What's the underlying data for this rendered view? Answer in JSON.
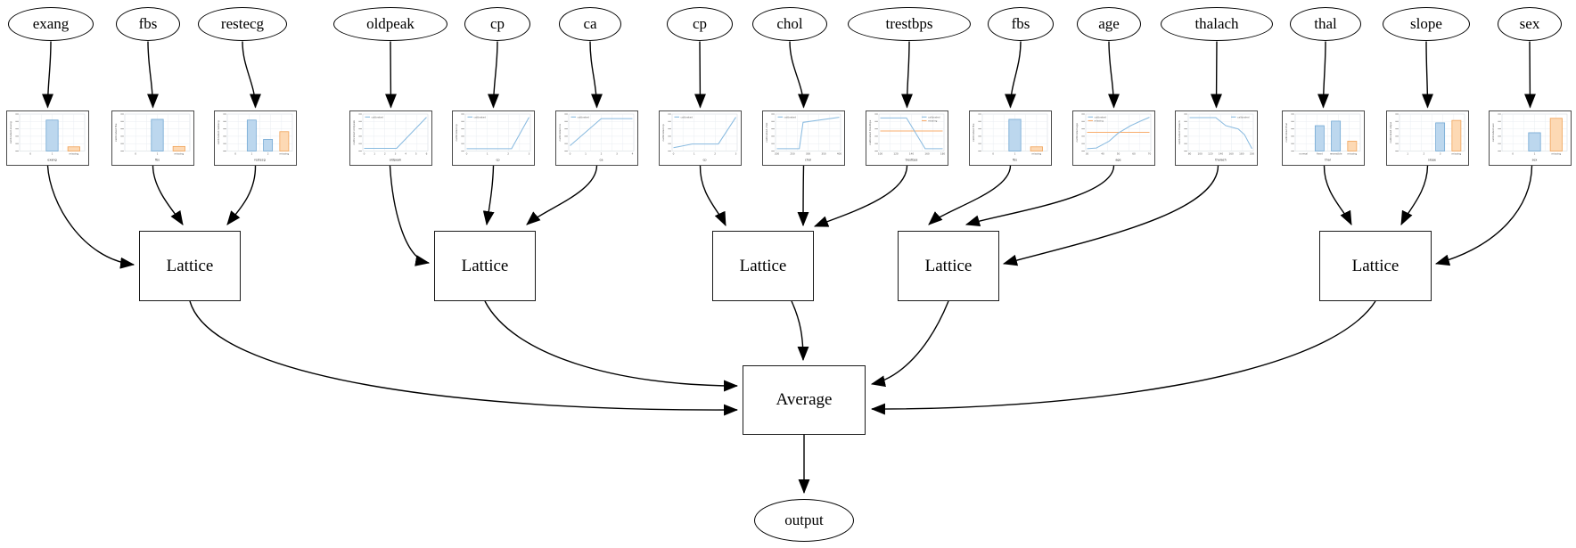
{
  "diagram": {
    "lattice_label": "Lattice",
    "average_label": "Average",
    "output_label": "output"
  },
  "colors": {
    "bar_blue_fill": "#bcd7ee",
    "bar_blue_stroke": "#72a8d3",
    "bar_orange_fill": "#fdd9b4",
    "bar_orange_stroke": "#f0a359",
    "line_blue": "#8abbe0",
    "line_orange": "#f8ad6d",
    "edge": "#000000",
    "grid": "#e9edf2"
  },
  "legend_labels": {
    "calibrated": "calibrated",
    "missing": "missing"
  },
  "features": [
    {
      "name": "exang",
      "chart": {
        "type": "bar",
        "x_ticks": [
          "0",
          "1",
          "missing"
        ],
        "xlabel": "exang",
        "ylabel": "calibrated exang",
        "legend": [],
        "bars": [
          {
            "category": "1",
            "height": 0.88,
            "color": "blue"
          },
          {
            "category": "missing",
            "height": 0.12,
            "color": "orange"
          }
        ]
      }
    },
    {
      "name": "fbs",
      "chart": {
        "type": "bar",
        "x_ticks": [
          "0",
          "1",
          "missing"
        ],
        "xlabel": "fbs",
        "ylabel": "calibrated fbs",
        "legend": [],
        "bars": [
          {
            "category": "1",
            "height": 0.9,
            "color": "blue"
          },
          {
            "category": "missing",
            "height": 0.13,
            "color": "orange"
          }
        ]
      }
    },
    {
      "name": "restecg",
      "chart": {
        "type": "bar",
        "x_ticks": [
          "0",
          "1",
          "2",
          "missing"
        ],
        "xlabel": "restecg",
        "ylabel": "calibrated restecg",
        "legend": [],
        "bars": [
          {
            "category": "1",
            "height": 0.88,
            "color": "blue"
          },
          {
            "category": "2",
            "height": 0.33,
            "color": "blue"
          },
          {
            "category": "missing",
            "height": 0.55,
            "color": "orange"
          }
        ]
      }
    },
    {
      "name": "oldpeak",
      "chart": {
        "type": "line",
        "x_ticks": [
          "0",
          "1",
          "2",
          "3",
          "4",
          "5",
          "6"
        ],
        "xlabel": "oldpeak",
        "ylabel": "calibrated oldpeak",
        "legend": [
          "calibrated"
        ],
        "legend_pos": "nw",
        "points_norm": [
          [
            0,
            0.04
          ],
          [
            0.52,
            0.04
          ],
          [
            1,
            0.97
          ]
        ]
      }
    },
    {
      "name": "cp",
      "chart": {
        "type": "line",
        "x_ticks": [
          "0",
          "1",
          "2",
          "3"
        ],
        "xlabel": "cp",
        "ylabel": "calibrated cp",
        "legend": [
          "calibrated"
        ],
        "legend_pos": "nw",
        "points_norm": [
          [
            0,
            0.03
          ],
          [
            0.72,
            0.03
          ],
          [
            1,
            0.97
          ]
        ]
      }
    },
    {
      "name": "ca",
      "chart": {
        "type": "line",
        "x_ticks": [
          "0",
          "1",
          "2",
          "3",
          "4"
        ],
        "xlabel": "ca",
        "ylabel": "calibrated ca",
        "legend": [
          "calibrated"
        ],
        "legend_pos": "nw",
        "points_norm": [
          [
            0,
            0.12
          ],
          [
            0.5,
            0.93
          ],
          [
            1,
            0.93
          ]
        ]
      }
    },
    {
      "name": "cp",
      "chart": {
        "type": "line",
        "x_ticks": [
          "0",
          "1",
          "2",
          "3"
        ],
        "xlabel": "cp",
        "ylabel": "calibrated cp",
        "legend": [
          "calibrated"
        ],
        "legend_pos": "nw",
        "points_norm": [
          [
            0,
            0.06
          ],
          [
            0.3,
            0.17
          ],
          [
            0.72,
            0.17
          ],
          [
            1,
            0.97
          ]
        ]
      }
    },
    {
      "name": "chol",
      "chart": {
        "type": "line",
        "x_ticks": [
          "200",
          "250",
          "300",
          "350",
          "400"
        ],
        "xlabel": "chol",
        "ylabel": "calibrated chol",
        "legend": [
          "calibrated"
        ],
        "legend_pos": "nw",
        "points_norm": [
          [
            0,
            0.03
          ],
          [
            0.36,
            0.03
          ],
          [
            0.42,
            0.82
          ],
          [
            1,
            0.97
          ]
        ]
      }
    },
    {
      "name": "trestbps",
      "chart": {
        "type": "line",
        "x_ticks": [
          "100",
          "120",
          "140",
          "160",
          "180"
        ],
        "xlabel": "trestbps",
        "ylabel": "calibrated trestbps",
        "legend": [
          "calibrated",
          "missing"
        ],
        "legend_pos": "ne",
        "points_norm": [
          [
            0,
            0.95
          ],
          [
            0.42,
            0.95
          ],
          [
            0.72,
            0.03
          ],
          [
            1,
            0.03
          ]
        ],
        "missing_level": 0.56
      }
    },
    {
      "name": "fbs",
      "chart": {
        "type": "bar",
        "x_ticks": [
          "0",
          "1",
          "missing"
        ],
        "xlabel": "fbs",
        "ylabel": "calibrated fbs",
        "legend": [],
        "bars": [
          {
            "category": "1",
            "height": 0.9,
            "color": "blue"
          },
          {
            "category": "missing",
            "height": 0.12,
            "color": "orange"
          }
        ]
      }
    },
    {
      "name": "age",
      "chart": {
        "type": "line",
        "x_ticks": [
          "30",
          "40",
          "50",
          "60",
          "70"
        ],
        "xlabel": "age",
        "ylabel": "calibrated age",
        "legend": [
          "calibrated",
          "missing"
        ],
        "legend_pos": "nw",
        "points_norm": [
          [
            0,
            0.03
          ],
          [
            0.15,
            0.05
          ],
          [
            0.35,
            0.25
          ],
          [
            0.5,
            0.5
          ],
          [
            0.7,
            0.72
          ],
          [
            0.85,
            0.85
          ],
          [
            1,
            0.97
          ]
        ],
        "missing_level": 0.52
      }
    },
    {
      "name": "thalach",
      "chart": {
        "type": "line",
        "x_ticks": [
          "80",
          "100",
          "120",
          "140",
          "160",
          "180",
          "200"
        ],
        "xlabel": "thalach",
        "ylabel": "calibrated thalach",
        "legend": [
          "calibrated"
        ],
        "legend_pos": "ne",
        "points_norm": [
          [
            0,
            0.96
          ],
          [
            0.42,
            0.96
          ],
          [
            0.58,
            0.72
          ],
          [
            0.78,
            0.62
          ],
          [
            0.88,
            0.45
          ],
          [
            1,
            0.03
          ]
        ]
      }
    },
    {
      "name": "thal",
      "chart": {
        "type": "bar",
        "x_ticks": [
          "normal",
          "fixed",
          "reversible",
          "missing"
        ],
        "xlabel": "thal",
        "ylabel": "calibrated thal",
        "legend": [],
        "bars": [
          {
            "category": "fixed",
            "height": 0.72,
            "color": "blue"
          },
          {
            "category": "reversible",
            "height": 0.85,
            "color": "blue"
          },
          {
            "category": "missing",
            "height": 0.28,
            "color": "orange"
          }
        ]
      }
    },
    {
      "name": "slope",
      "chart": {
        "type": "bar",
        "x_ticks": [
          "1",
          "2",
          "3",
          "missing"
        ],
        "xlabel": "slope",
        "ylabel": "calibrated slope",
        "legend": [],
        "bars": [
          {
            "category": "3",
            "height": 0.8,
            "color": "blue"
          },
          {
            "category": "missing",
            "height": 0.87,
            "color": "orange"
          }
        ]
      }
    },
    {
      "name": "sex",
      "chart": {
        "type": "bar",
        "x_ticks": [
          "0",
          "1",
          "missing"
        ],
        "xlabel": "sex",
        "ylabel": "calibrated sex",
        "legend": [],
        "bars": [
          {
            "category": "1",
            "height": 0.52,
            "color": "blue"
          },
          {
            "category": "missing",
            "height": 0.93,
            "color": "orange"
          }
        ]
      }
    }
  ],
  "lattices": [
    {
      "label": "Lattice",
      "inputs": [
        "exang",
        "fbs",
        "restecg"
      ]
    },
    {
      "label": "Lattice",
      "inputs": [
        "oldpeak",
        "cp",
        "ca"
      ]
    },
    {
      "label": "Lattice",
      "inputs": [
        "cp",
        "chol",
        "trestbps"
      ]
    },
    {
      "label": "Lattice",
      "inputs": [
        "fbs",
        "age",
        "thalach"
      ]
    },
    {
      "label": "Lattice",
      "inputs": [
        "thal",
        "slope",
        "sex"
      ]
    }
  ]
}
